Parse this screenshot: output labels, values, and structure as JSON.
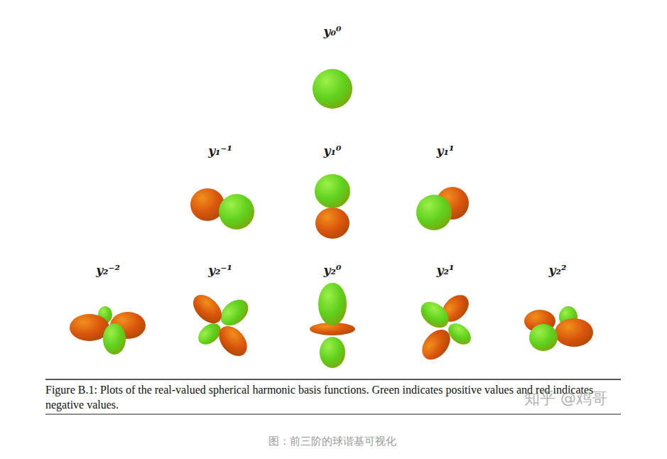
{
  "diagram": {
    "caption": "Figure B.1: Plots of the real-valued spherical harmonic basis functions. Green indicates positive values and red indicates negative values.",
    "labels": [
      "y₀⁰",
      "y₁⁻¹",
      "y₁⁰",
      "y₁¹",
      "y₂⁻²",
      "y₂⁻¹",
      "y₂⁰",
      "y₂¹",
      "y₂²",
      "知乎 @鸡哥",
      "图：前三阶的球谐基可视化"
    ]
  }
}
